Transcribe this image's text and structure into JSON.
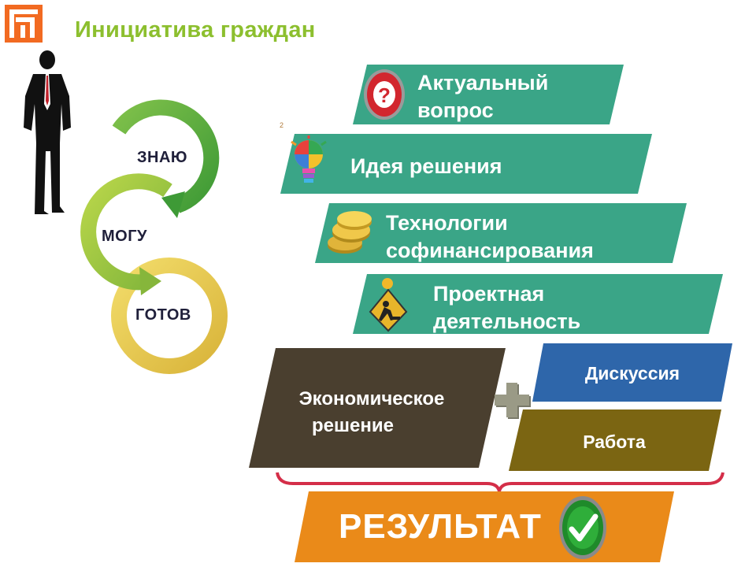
{
  "title": "Инициатива граждан",
  "slide_number": "2",
  "cycle": {
    "top": "ЗНАЮ",
    "middle": "МОГУ",
    "bottom": "ГОТОВ"
  },
  "steps": [
    {
      "line1": "Актуальный",
      "line2": "вопрос",
      "icon": "question-icon"
    },
    {
      "line1": "Идея решения",
      "icon": "lightbulb-icon"
    },
    {
      "line1": "Технологии",
      "line2": "софинансирования",
      "icon": "coins-icon"
    },
    {
      "line1": "Проектная",
      "line2": "деятельность",
      "icon": "worker-sign-icon"
    }
  ],
  "economic": {
    "line1": "Экономическое",
    "line2": "решение"
  },
  "discussion": "Дискуссия",
  "work": "Работа",
  "result": "РЕЗУЛЬТАТ",
  "colors": {
    "title_green": "#8cbf2e",
    "step_teal": "#3aa587",
    "economic_dark": "#4a3f2f",
    "discussion_blue": "#2e66aa",
    "work_olive": "#7b6512",
    "result_orange": "#ea8a19",
    "brace_red": "#d42e48",
    "logo_orange": "#f26a21"
  }
}
